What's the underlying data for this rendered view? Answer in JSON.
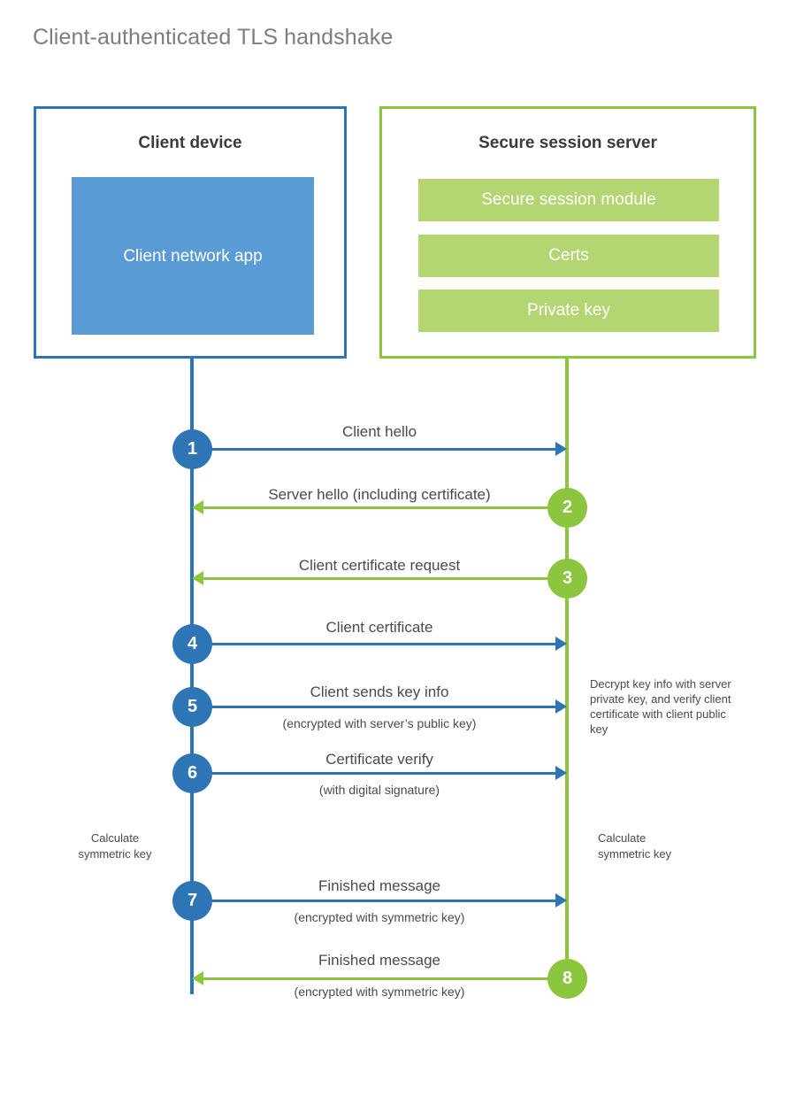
{
  "title": "Client-authenticated TLS handshake",
  "colors": {
    "client_blue": "#2e75b6",
    "client_app_fill": "#5b9bd5",
    "server_green": "#8cc63f",
    "server_bar_fill": "#b3d673",
    "title_gray": "#7d7d7d",
    "text_gray": "#4a4a4a"
  },
  "actors": {
    "client": {
      "title": "Client device",
      "app_label": "Client network app"
    },
    "server": {
      "title": "Secure session server",
      "bars": [
        "Secure session module",
        "Certs",
        "Private key"
      ]
    }
  },
  "steps": [
    {
      "number": "1",
      "label": "Client hello",
      "sublabel": "",
      "direction": "client-to-server",
      "color": "blue"
    },
    {
      "number": "2",
      "label": "Server hello (including certificate)",
      "sublabel": "",
      "direction": "server-to-client",
      "color": "green"
    },
    {
      "number": "3",
      "label": "Client certificate request",
      "sublabel": "",
      "direction": "server-to-client",
      "color": "green"
    },
    {
      "number": "4",
      "label": "Client certificate",
      "sublabel": "",
      "direction": "client-to-server",
      "color": "blue"
    },
    {
      "number": "5",
      "label": "Client sends key info",
      "sublabel": "(encrypted with server’s public key)",
      "direction": "client-to-server",
      "color": "blue"
    },
    {
      "number": "6",
      "label": "Certificate verify",
      "sublabel": "(with digital signature)",
      "direction": "client-to-server",
      "color": "blue"
    },
    {
      "number": "7",
      "label": "Finished message",
      "sublabel": "(encrypted with symmetric key)",
      "direction": "client-to-server",
      "color": "blue"
    },
    {
      "number": "8",
      "label": "Finished message",
      "sublabel": "(encrypted with symmetric key)",
      "direction": "server-to-client",
      "color": "green"
    }
  ],
  "annotations": {
    "server_decrypt": "Decrypt key info with server private key, and verify client certificate with client public key",
    "client_calculate": "Calculate\nsymmetric key",
    "server_calculate": "Calculate\nsymmetric key"
  }
}
